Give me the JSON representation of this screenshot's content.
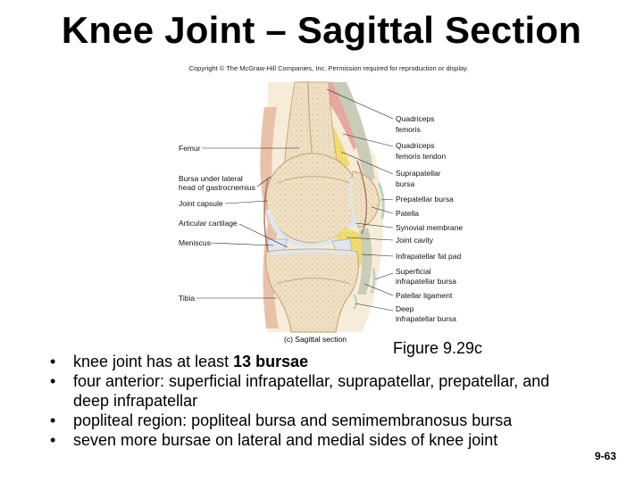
{
  "title": "Knee Joint – Sagittal Section",
  "copyright": "Copyright © The McGraw-Hill Companies, Inc. Permission required for reproduction or display.",
  "labels_left": {
    "femur": "Femur",
    "bursa_lateral_line1": "Bursa under lateral",
    "bursa_lateral_line2": "head of gastrocnemius",
    "joint_capsule": "Joint capsule",
    "articular_cartilage": "Articular cartilage",
    "meniscus": "Meniscus",
    "tibia": "Tibia"
  },
  "labels_right": {
    "quadriceps_femoris_line1": "Quadriceps",
    "quadriceps_femoris_line2": "femoris",
    "quadriceps_tendon_line1": "Quadriceps",
    "quadriceps_tendon_line2": "femoris tendon",
    "suprapatellar_line1": "Suprapatellar",
    "suprapatellar_line2": "bursa",
    "prepatellar": "Prepatellar bursa",
    "patella": "Patella",
    "synovial_membrane": "Synovial membrane",
    "joint_cavity": "Joint cavity",
    "infrapatellar_fat_pad": "Infrapatellar fat pad",
    "superficial_line1": "Superficial",
    "superficial_line2": "infrapatellar bursa",
    "patellar_ligament": "Patellar ligament",
    "deep_line1": "Deep",
    "deep_line2": "infrapatellar bursa"
  },
  "caption": "(c)  Sagittal section",
  "figure_number": "Figure 9.29c",
  "bullets": [
    {
      "text": "knee joint has at least ",
      "bold": "13 bursae"
    },
    {
      "text": "four anterior: superficial infrapatellar, suprapatellar, prepatellar, and deep infrapatellar",
      "bold": ""
    },
    {
      "text": "popliteal region:  popliteal bursa and semimembranosus bursa",
      "bold": ""
    },
    {
      "text": "seven more bursae on lateral and medial sides of knee joint",
      "bold": ""
    }
  ],
  "bullet_glyph": "•",
  "page_number": "9-63",
  "colors": {
    "bone": "#efe0c4",
    "bone_dark": "#d8bf94",
    "cartilage": "#dfe6ef",
    "fat": "#f2de6a",
    "muscle": "#e6a7a3",
    "tendon": "#c9ccb8",
    "bursa": "#b7d6c2"
  }
}
